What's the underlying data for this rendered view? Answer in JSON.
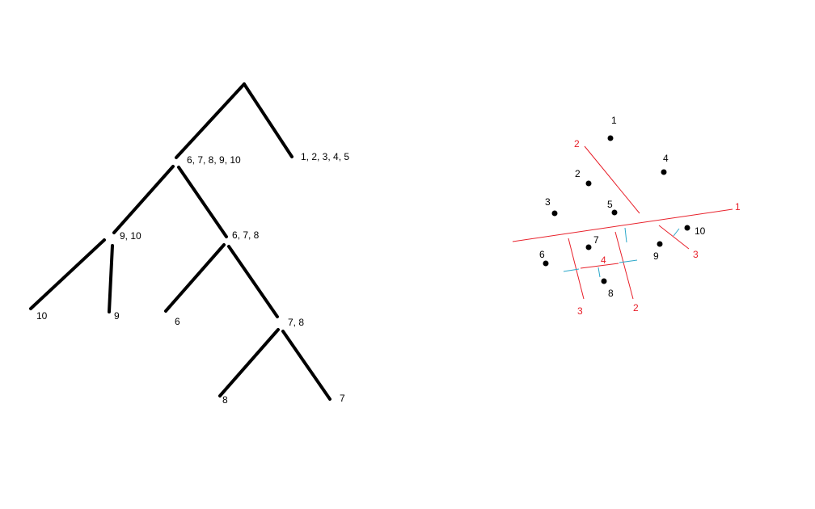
{
  "colors": {
    "background": "#ffffff",
    "tree_edge": "#000000",
    "split_line": "#e8202a",
    "normal_tick": "#2aa7c9",
    "point": "#000000"
  },
  "tree": {
    "node_labels": {
      "right_leaf": "1, 2, 3, 4, 5",
      "left_subtree": "6, 7, 8, 9, 10",
      "node_9_10": "9, 10",
      "node_6_7_8": "6, 7, 8",
      "leaf_10": "10",
      "leaf_9": "9",
      "leaf_6": "6",
      "node_7_8": "7, 8",
      "leaf_8": "8",
      "leaf_7": "7"
    }
  },
  "partition": {
    "points": [
      "1",
      "2",
      "3",
      "4",
      "5",
      "6",
      "7",
      "8",
      "9",
      "10"
    ],
    "split_labels": {
      "line1": "1",
      "line2_top": "2",
      "line3_right": "3",
      "line3_left": "3",
      "line4": "4",
      "line2_bottom": "2"
    }
  }
}
